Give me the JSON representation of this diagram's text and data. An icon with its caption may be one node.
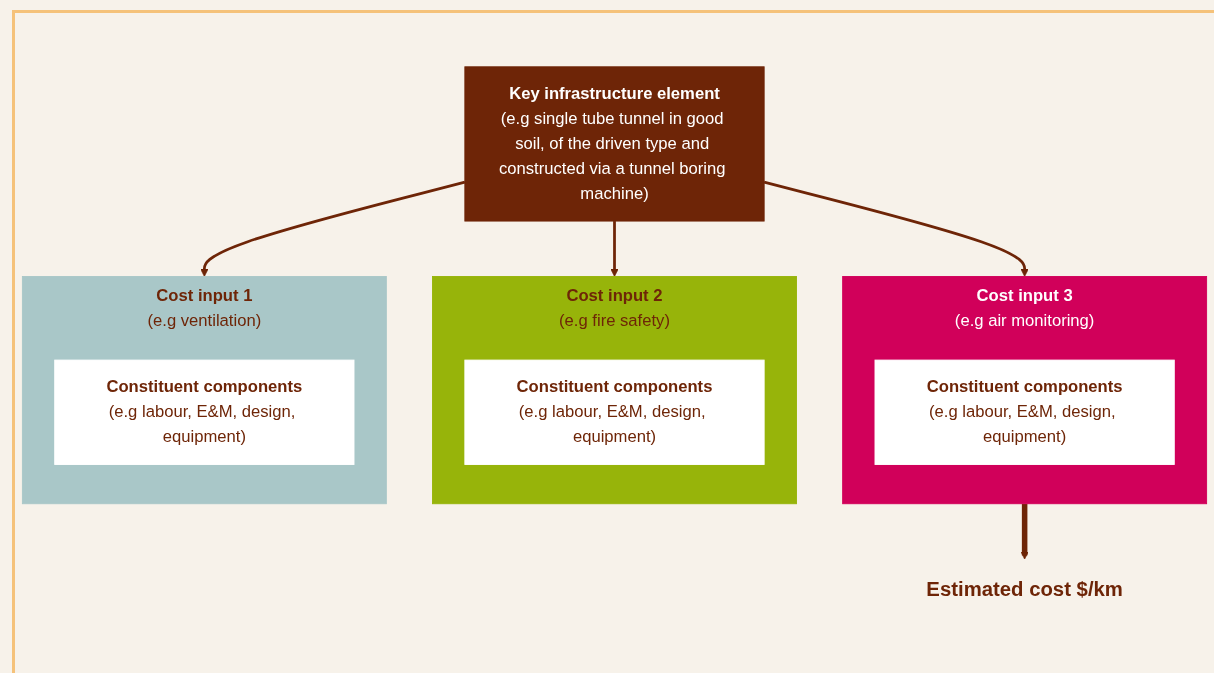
{
  "diagram": {
    "nodes": [
      {
        "text": [
          "Key infrastructure element",
          "(e.g single tube tunnel in good soil, of the driven type and constructed via a tunnel boring machine)"
        ]
      },
      {
        "text": [
          "Cost input 1",
          "(e.g ventilation)"
        ]
      },
      {
        "text": [
          "Constituent components",
          "(e.g labour, E&M, design, equipment)"
        ],
        "in": 1
      },
      {
        "text": [
          "Cost input 2",
          "(e.g fire safety)"
        ]
      },
      {
        "text": [
          "Constituent components",
          "(e.g labour, E&M, design, equipment)"
        ],
        "in": 3
      },
      {
        "text": [
          "Cost input 3",
          "(e.g air monitoring)"
        ]
      },
      {
        "text": [
          "Constituent components",
          "(e.g labour, E&M, design, equipment)"
        ],
        "in": 5
      },
      {
        "text": [
          "Estimated cost $/km"
        ]
      }
    ],
    "edges": [
      {
        "from": 0,
        "to": 1,
        "arrow": "to"
      },
      {
        "from": 0,
        "to": 3,
        "arrow": "to"
      },
      {
        "from": 0,
        "to": 5,
        "arrow": "to"
      },
      {
        "from": 5,
        "to": 7,
        "arrow": "to",
        "style": "thick"
      }
    ]
  }
}
